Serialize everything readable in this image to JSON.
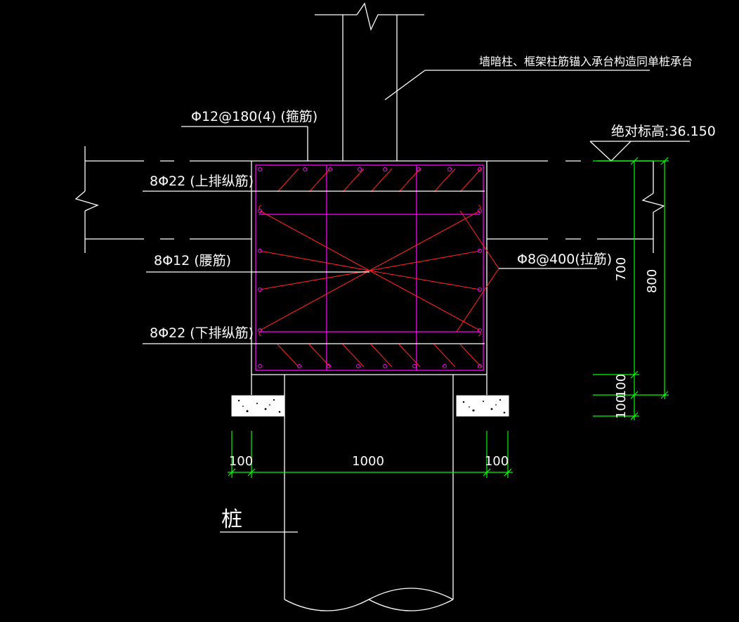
{
  "labels": {
    "title_note": "墙暗柱、框架柱筋锚入承台构造同单桩承台",
    "stirrup": "Φ12@180(4) (箍筋)",
    "top_bars": "8Φ22 (上排纵筋)",
    "waist_bars": "8Φ12 (腰筋)",
    "bottom_bars": "8Φ22 (下排纵筋)",
    "tie_bars": "Φ8@400(拉筋)",
    "elevation": "绝对标高:36.150",
    "pile": "桩"
  },
  "dimensions": {
    "left_cover": "100",
    "width": "1000",
    "right_cover": "100",
    "inner_height": "700",
    "total_height": "800",
    "bottom_100_a": "100",
    "bottom_100_b": "100"
  },
  "colors": {
    "outline": "#ffffff",
    "dimension": "#00ff00",
    "rebar": "#ff00ff",
    "tie": "#ff2020"
  }
}
